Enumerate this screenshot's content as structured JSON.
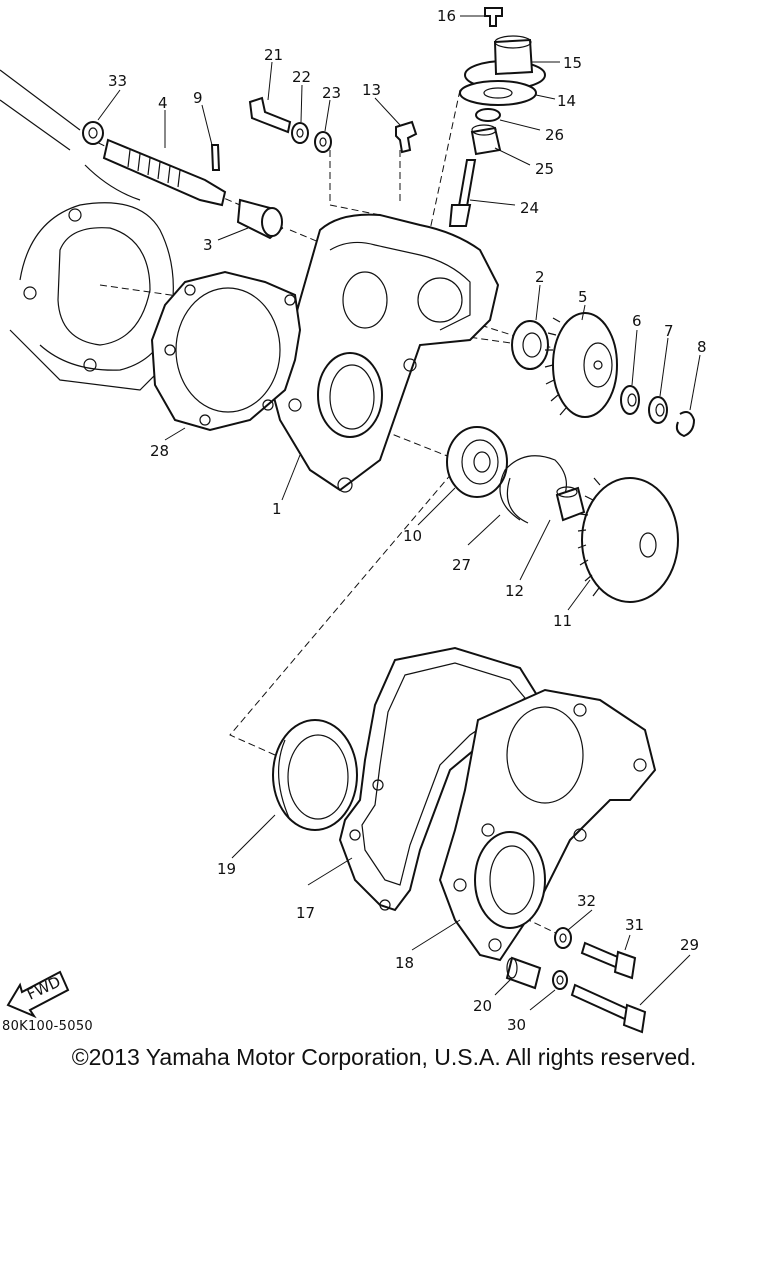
{
  "diagram": {
    "labels": {
      "p1": "1",
      "p2": "2",
      "p3": "3",
      "p4": "4",
      "p5": "5",
      "p6": "6",
      "p7": "7",
      "p8": "8",
      "p9": "9",
      "p10": "10",
      "p11": "11",
      "p12": "12",
      "p13": "13",
      "p14": "14",
      "p15": "15",
      "p16": "16",
      "p17": "17",
      "p18": "18",
      "p19": "19",
      "p20": "20",
      "p21": "21",
      "p22": "22",
      "p23": "23",
      "p24": "24",
      "p25": "25",
      "p26": "26",
      "p27": "27",
      "p28": "28",
      "p29": "29",
      "p30": "30",
      "p31": "31",
      "p32": "32",
      "p33": "33"
    },
    "fwd_label": "FWD",
    "drawing_code": "80K100-5050",
    "copyright": "©2013 Yamaha Motor Corporation, U.S.A. All rights reserved."
  }
}
